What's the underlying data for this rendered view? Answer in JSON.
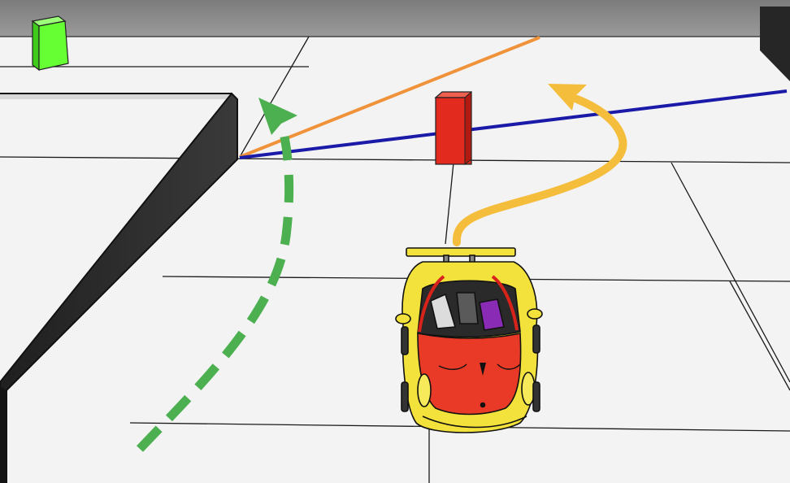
{
  "scene": {
    "kind": "top-down driving scene",
    "colors": {
      "floor": "#f3f3f3",
      "grid_line": "#1a1a1a",
      "back_wall": "#8a8a8a",
      "wall_dark": "#2e2e2e",
      "green_block": "#66ff33",
      "red_block": "#e32a1e",
      "orange_ray": "#f0923a",
      "blue_ray": "#1b1aa8",
      "green_path": "#4caf50",
      "yellow_path": "#f5bd3c",
      "car_body": "#f3e23b",
      "car_hood": "#e83a26"
    },
    "objects": [
      {
        "name": "green-block",
        "color_key": "green_block"
      },
      {
        "name": "red-block",
        "color_key": "red_block"
      },
      {
        "name": "car",
        "color_key": "car_body"
      },
      {
        "name": "inner-wall",
        "color_key": "wall_dark"
      }
    ],
    "paths": [
      {
        "name": "green-dashed-path",
        "style": "dashed",
        "color_key": "green_path"
      },
      {
        "name": "yellow-solid-path",
        "style": "solid",
        "color_key": "yellow_path"
      }
    ],
    "rays": [
      {
        "name": "orange-ray",
        "color_key": "orange_ray"
      },
      {
        "name": "blue-ray",
        "color_key": "blue_ray"
      }
    ]
  }
}
